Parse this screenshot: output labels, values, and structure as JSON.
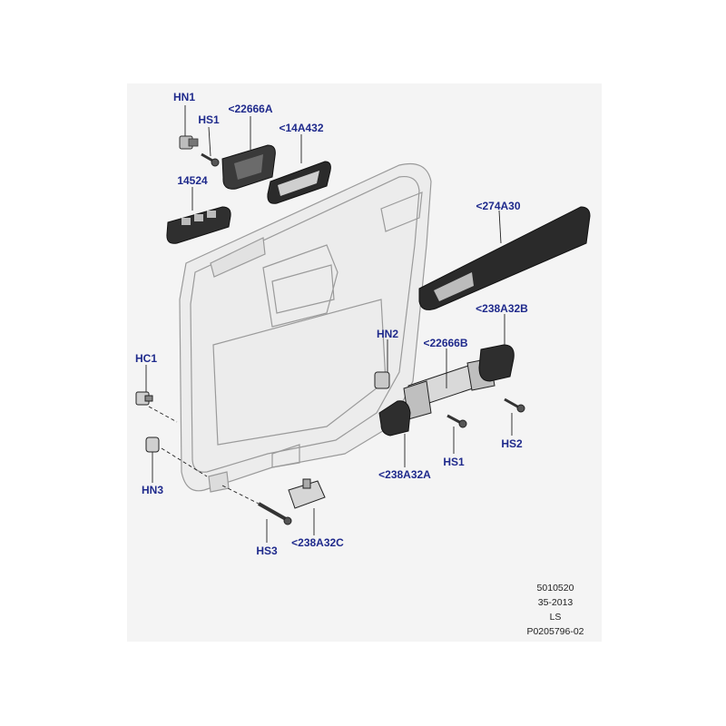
{
  "callouts": {
    "hn1": "HN1",
    "hs1_top": "HS1",
    "p22666a": "<22666A",
    "p14a432": "<14A432",
    "p14524": "14524",
    "p274a30": "<274A30",
    "p238a32b": "<238A32B",
    "hn2": "HN2",
    "p22666b": "<22666B",
    "hc1": "HC1",
    "hs2": "HS2",
    "hs1_bottom": "HS1",
    "p238a32a": "<238A32A",
    "hn3": "HN3",
    "hs3": "HS3",
    "p238a32c": "<238A32C"
  },
  "reference": {
    "line1": "5010520",
    "line2": "35-2013",
    "line3": "LS",
    "line4": "P0205796-02"
  },
  "colors": {
    "panel_background": "#f4f4f4",
    "callout_text": "#1f2a8c",
    "part_dark": "#3a3a3a",
    "outline": "#9a9a9a"
  }
}
